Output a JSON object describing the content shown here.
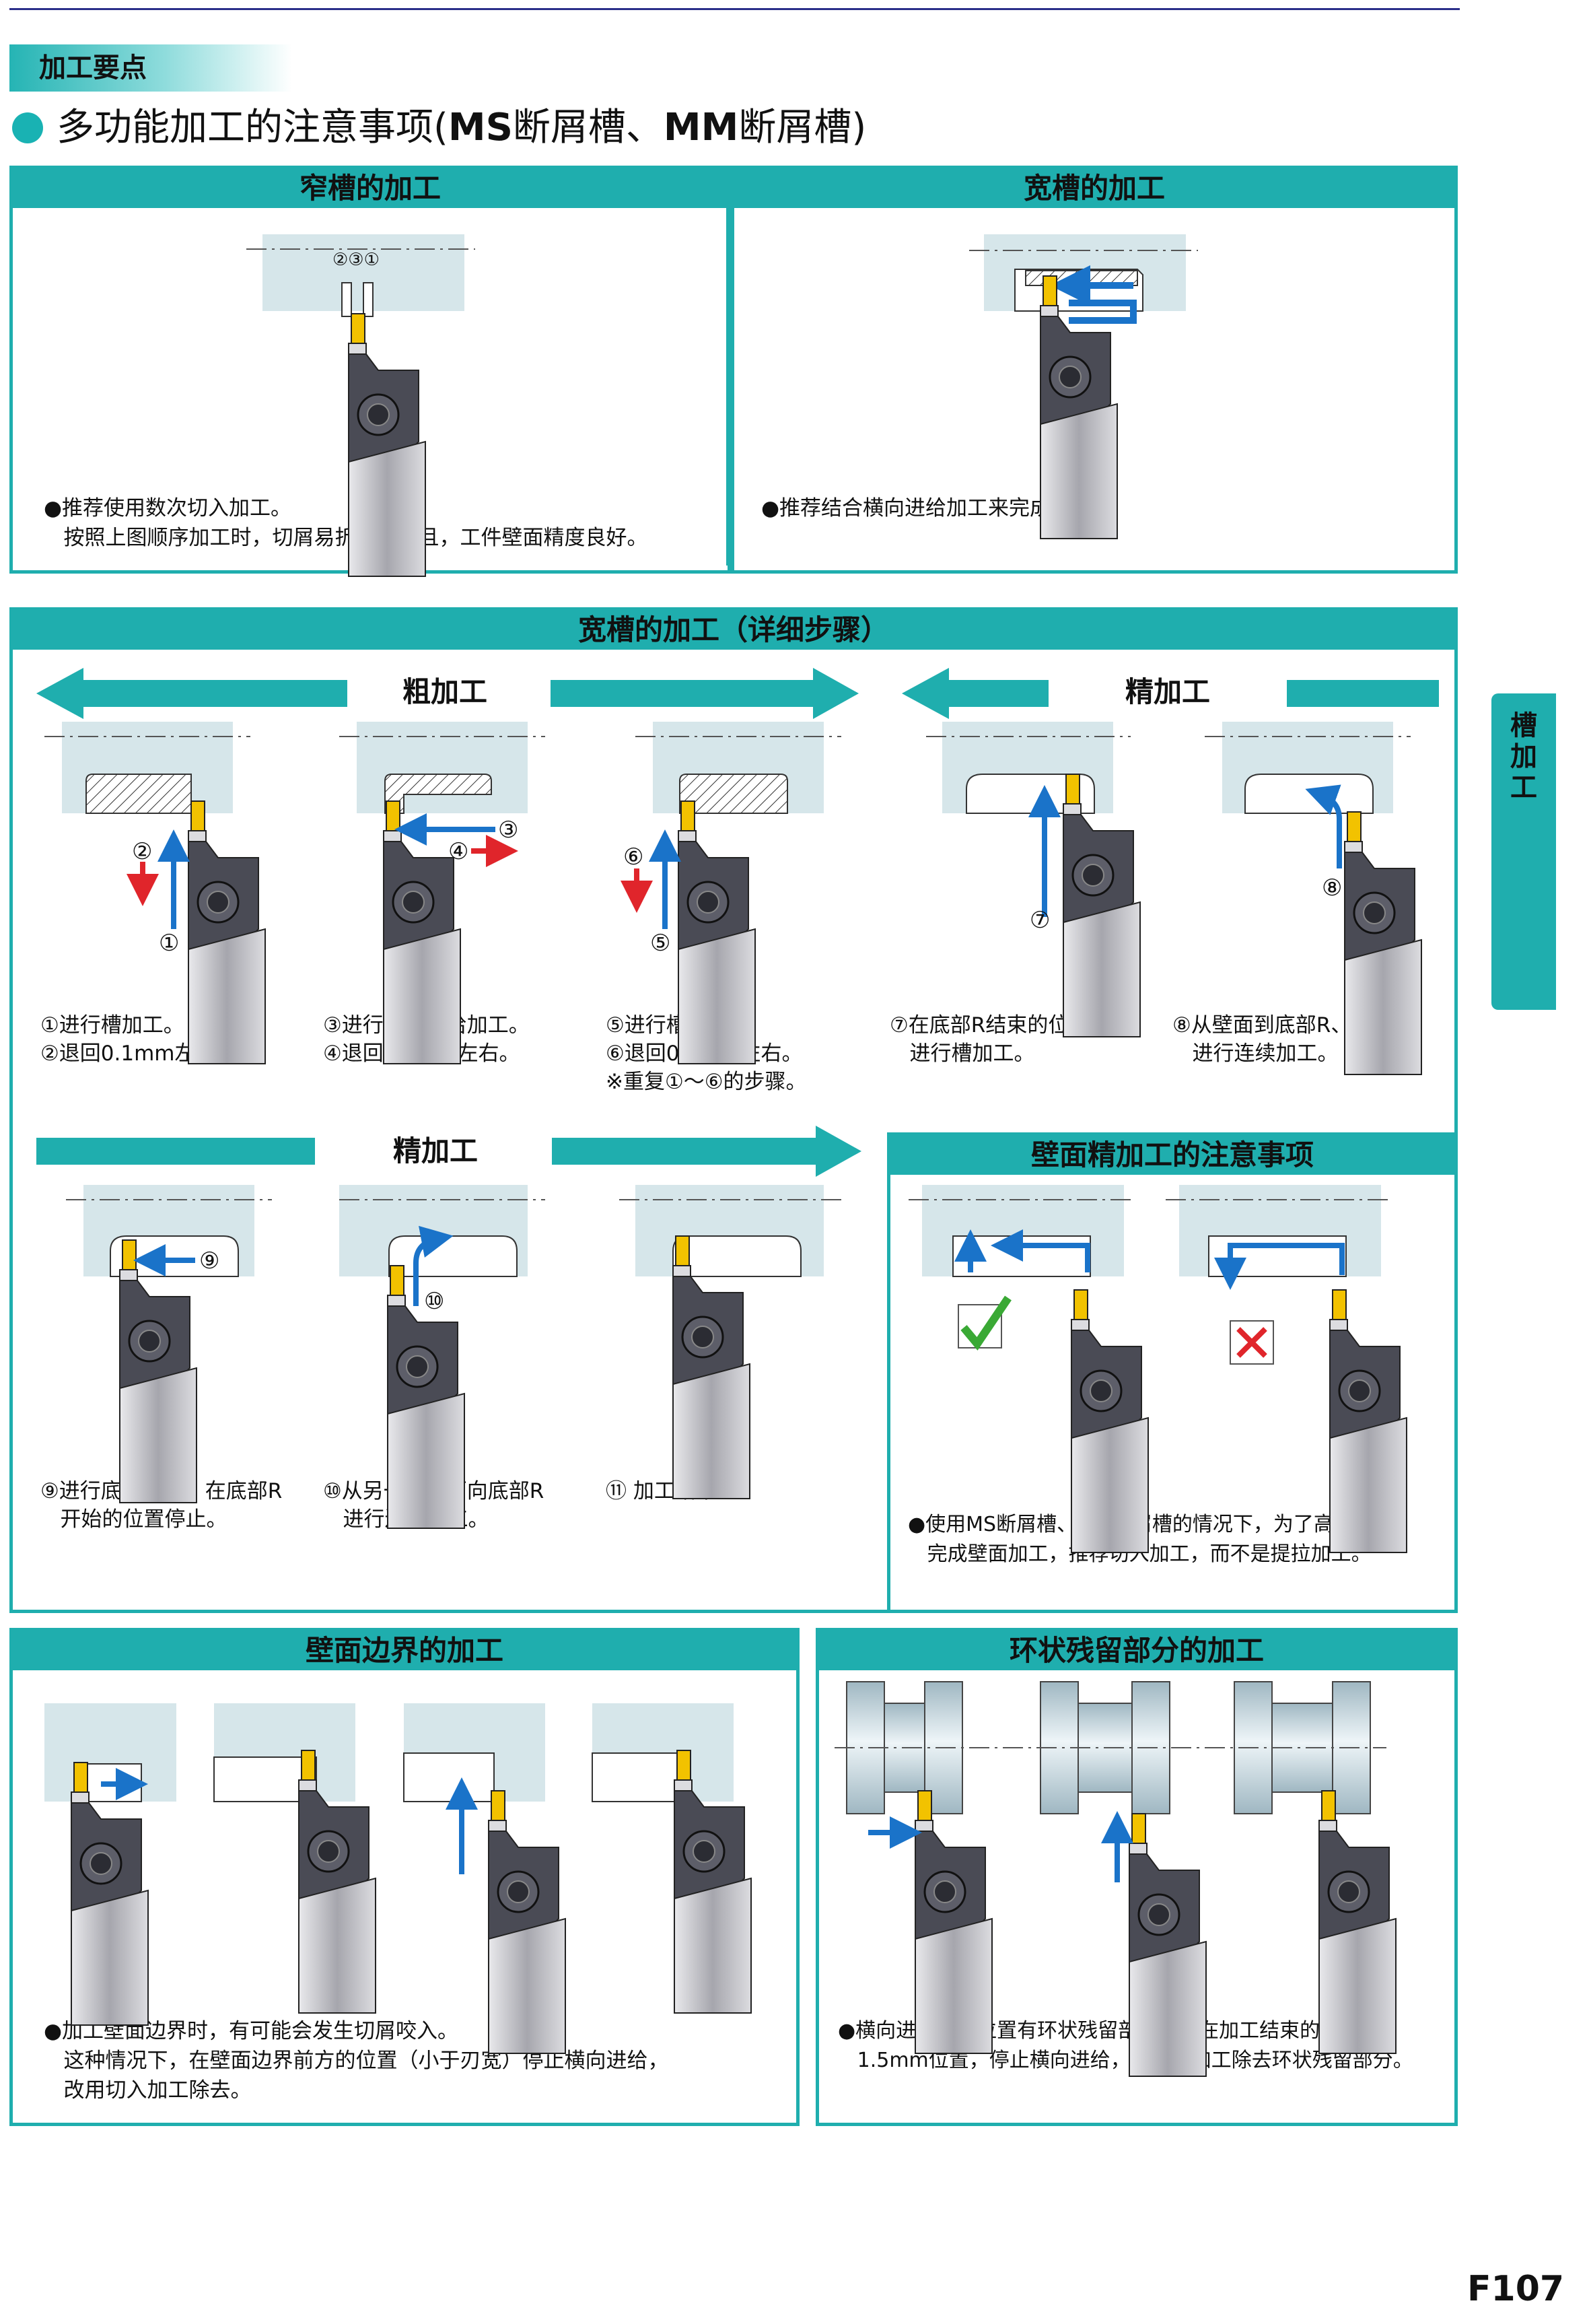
{
  "section_tag": "加工要点",
  "page_title_prefix": "多功能加工的注意事项(",
  "page_title_bold": "MS",
  "page_title_mid": "断屑槽、",
  "page_title_bold2": "MM",
  "page_title_suffix": "断屑槽)",
  "side_tab": "槽\n加\n工",
  "page_number": "F107",
  "narrow": {
    "header": "窄槽的加工",
    "order_marks": "②③①",
    "note": "●推荐使用数次切入加工。\n   按照上图顺序加工时，切屑易折断。而且，工件壁面精度良好。"
  },
  "wide": {
    "header": "宽槽的加工",
    "note": "●推荐结合横向进给加工来完成。"
  },
  "detail": {
    "header": "宽槽的加工（详细步骤）",
    "rough_label": "粗加工",
    "finish_label": "精加工",
    "finish_label2": "精加工",
    "step_labels": [
      "①",
      "②",
      "③",
      "④",
      "⑤",
      "⑥",
      "⑦",
      "⑧",
      "⑨",
      "⑩"
    ],
    "cap1": "①进行槽加工。\n②退回0.1mm左右。",
    "cap2": "③进行横向进给加工。\n④退回0.1mm左右。",
    "cap3": "⑤进行槽加工。\n⑥退回0.1mm左右。\n※重复①〜⑥的步骤。",
    "cap4": "⑦在底部R结束的位置\n   进行槽加工。",
    "cap5": "⑧从壁面到底部R、底面\n   进行连续加工。",
    "cap6": "⑨进行底面加工，在底部R\n   开始的位置停止。",
    "cap7": "⑩从另一个侧面向底部R\n   进行连续加工。",
    "cap8": "⑪ 加工结束。"
  },
  "wall": {
    "header": "壁面精加工的注意事项",
    "note": "●使用MS断屑槽、MM断屑槽的情况下，为了高精度地\n   完成壁面加工，推荐切入加工，而不是提拉加工。"
  },
  "boundary": {
    "header": "壁面边界的加工",
    "note": "●加工壁面边界时，有可能会发生切屑咬入。\n   这种情况下，在壁面边界前方的位置（小于刃宽）停止横向进给，\n   改用切入加工除去。"
  },
  "ring": {
    "header": "环状残留部分的加工",
    "note": "●横向进给结束位置有环状残留部分时，在加工结束的前方1〜\n   1.5mm位置，停止横向进给，用切入加工除去环状残留部分。"
  },
  "colors": {
    "teal": "#1faeae",
    "blue": "#1a73c9",
    "red": "#e0252b",
    "work": "#d6e6ea",
    "insert": "#f2c200",
    "check_green": "#3aa935"
  }
}
